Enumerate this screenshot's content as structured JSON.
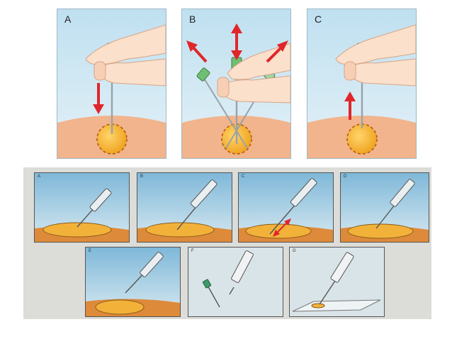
{
  "top_panels": [
    {
      "label": "A"
    },
    {
      "label": "B"
    },
    {
      "label": "C"
    }
  ],
  "bottom_panels": [
    {
      "label": "A"
    },
    {
      "label": "B"
    },
    {
      "label": "C"
    },
    {
      "label": "D"
    },
    {
      "label": "E"
    },
    {
      "label": "F"
    },
    {
      "label": "G"
    }
  ],
  "colors": {
    "panel_sky": "#cfe6f2",
    "skin": "#f1b48c",
    "lesion": "#f5b733",
    "arrow": "#e0262b",
    "hub": "#6fbf73",
    "photo_bg": "#dcdcd8",
    "tissue": "#dd8a3a"
  },
  "icons": [
    "needle-icon",
    "syringe-icon",
    "red-arrow-icon",
    "finger-icon",
    "glass-slide-icon"
  ]
}
